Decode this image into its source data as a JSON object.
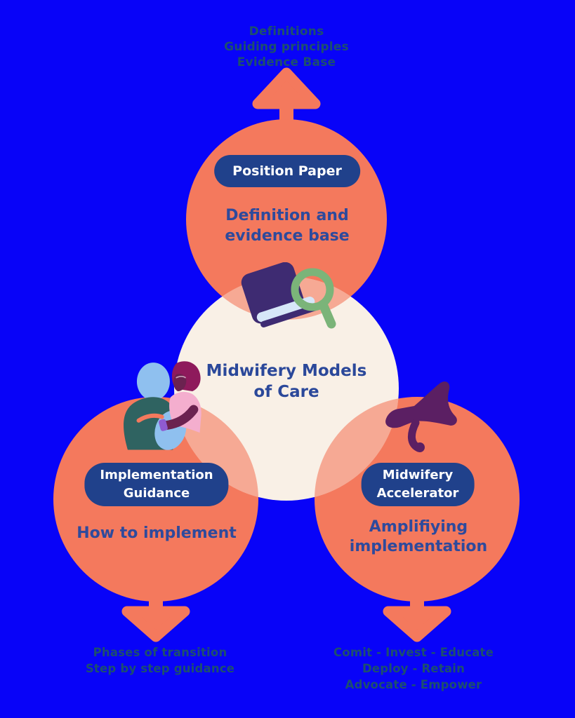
{
  "title": "Midwifery Models of Care",
  "palette": {
    "background_blue": "#0803F8",
    "circle_orange": "#F4795D",
    "overlap_pink": "#F6A894",
    "center_cream": "#F9F0E6",
    "pill_navy": "#20418B",
    "subtitle_navy": "#2E4A9C",
    "caption_navy": "#1D4F6E",
    "pill_text_white": "#FFFFFF"
  },
  "center": {
    "title_lines": [
      "Midwifery Models",
      "of Care"
    ]
  },
  "nodes": {
    "top": {
      "pill_label": "Position Paper",
      "subtitle_lines": [
        "Definition and",
        "evidence base"
      ],
      "caption_lines": [
        "Definitions",
        "Guiding principles",
        "Evidence Base"
      ],
      "icon": "book-and-magnifying-glass-icon",
      "arrow_direction": "up"
    },
    "left": {
      "pill_lines": [
        "Implementation",
        "Guidance"
      ],
      "subtitle_lines": [
        "How to implement"
      ],
      "caption_lines": [
        "Phases of transition",
        "Step by step guidance"
      ],
      "icon": "midwife-supporting-parent-icon",
      "arrow_direction": "down"
    },
    "right": {
      "pill_lines": [
        "Midwifery",
        "Accelerator"
      ],
      "subtitle_lines": [
        "Amplifiying",
        "implementation"
      ],
      "caption_lines": [
        "Comit - Invest - Educate",
        "Deploy - Retain",
        "Advocate - Empower"
      ],
      "icon": "megaphone-icon",
      "arrow_direction": "down"
    }
  }
}
